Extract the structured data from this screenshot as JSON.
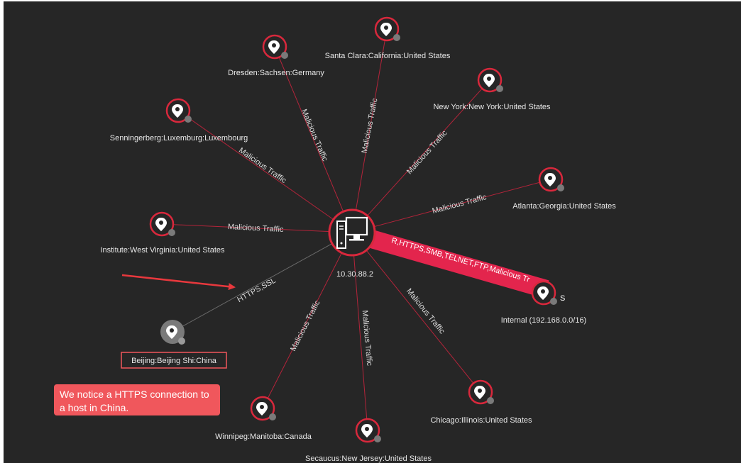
{
  "center_node": {
    "label": "10.30.88.2",
    "icon": "computer-icon"
  },
  "nodes": [
    {
      "id": "santa-clara",
      "label": "Santa Clara:California:United States",
      "edge_label": "Malicious Traffic",
      "icon": "location-pin-icon"
    },
    {
      "id": "dresden",
      "label": "Dresden:Sachsen:Germany",
      "edge_label": "Malicious Traffic",
      "icon": "location-pin-icon"
    },
    {
      "id": "new-york",
      "label": "New York:New York:United States",
      "edge_label": "Malicious Traffic",
      "icon": "location-pin-icon"
    },
    {
      "id": "senningerberg",
      "label": "Senningerberg:Luxemburg:Luxembourg",
      "edge_label": "Malicious Traffic",
      "icon": "location-pin-icon"
    },
    {
      "id": "atlanta",
      "label": "Atlanta:Georgia:United States",
      "edge_label": "Malicious Traffic",
      "icon": "location-pin-icon"
    },
    {
      "id": "institute",
      "label": "Institute:West Virginia:United States",
      "edge_label": "Malicious Traffic",
      "icon": "location-pin-icon"
    },
    {
      "id": "internal",
      "label": "Internal (192.168.0.0/16)",
      "edge_label": "R,HTTPS,SMB,TELNET,FTP,Malicious Tr",
      "edge_tail": "S",
      "icon": "location-pin-icon"
    },
    {
      "id": "beijing",
      "label": "Beijing:Beijing Shi:China",
      "edge_label": "HTTPS,SSL",
      "icon": "location-pin-icon"
    },
    {
      "id": "chicago",
      "label": "Chicago:Illinois:United States",
      "edge_label": "Malicious Traffic",
      "icon": "location-pin-icon"
    },
    {
      "id": "winnipeg",
      "label": "Winnipeg:Manitoba:Canada",
      "edge_label": "Malicious Traffic",
      "icon": "location-pin-icon"
    },
    {
      "id": "secaucus",
      "label": "Secaucus:New Jersey:United States",
      "edge_label": "Malicious Traffic",
      "icon": "location-pin-icon"
    }
  ],
  "annotation": {
    "text": "We notice a HTTPS connection to a host in China."
  },
  "colors": {
    "background": "#262626",
    "edge": "#b3243a",
    "edge_benign": "#6a6a6a",
    "highlight_edge": "#e3254d",
    "ring": "#d8283c",
    "arrow": "#e8383d",
    "callout": "#f0575c",
    "highlight_box": "#f0575c"
  }
}
